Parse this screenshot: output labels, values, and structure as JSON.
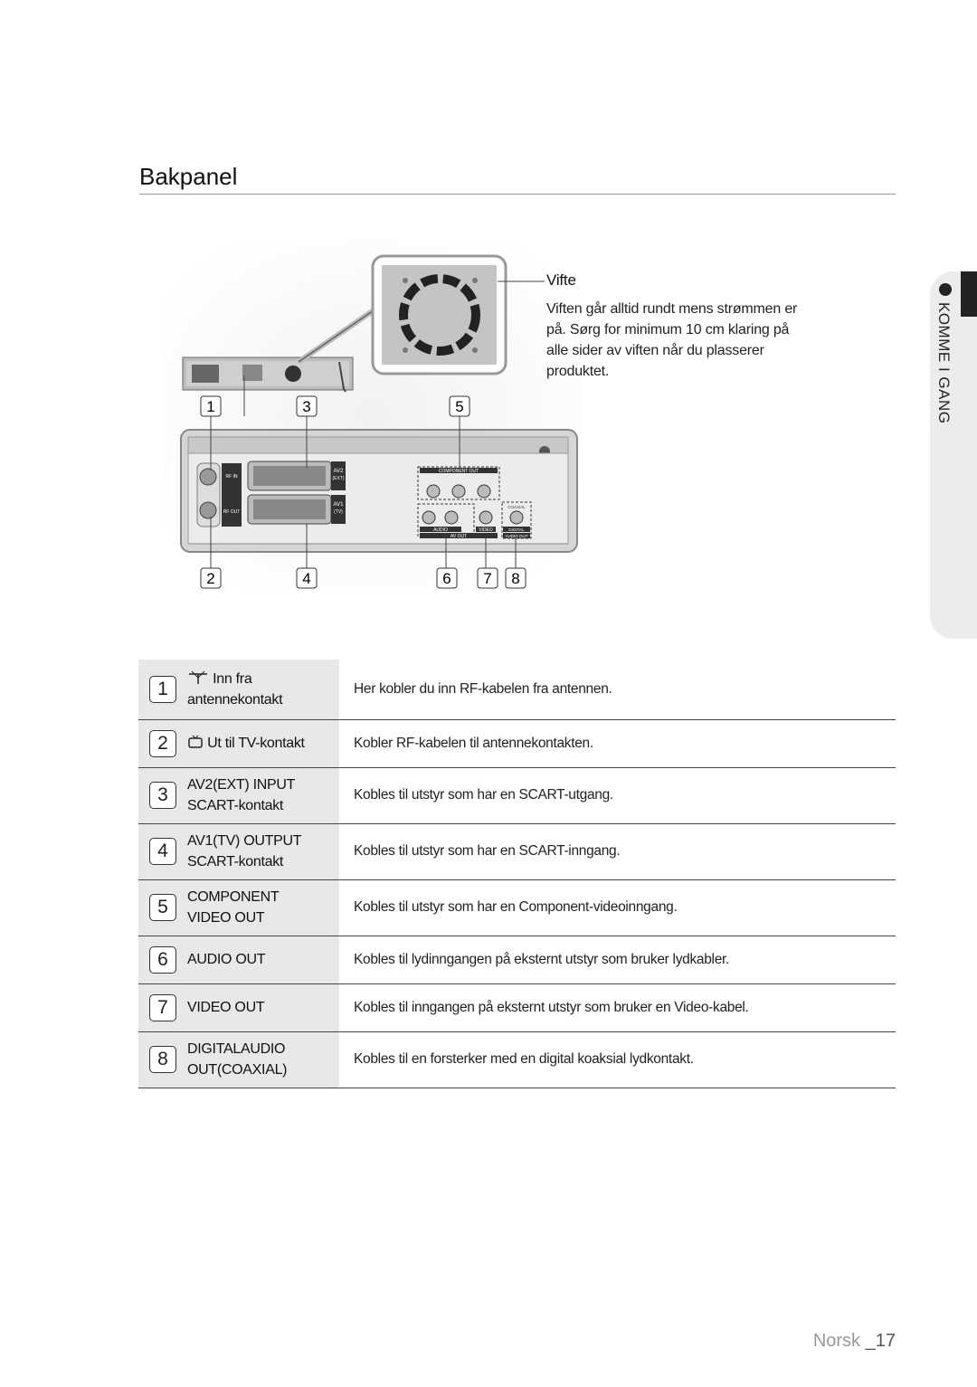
{
  "page_title": "Bakpanel",
  "side_tab": "KOMME I GANG",
  "fan": {
    "label": "Vifte",
    "description": "Viften går alltid rundt mens strømmen er på. Sørg for minimum 10 cm klaring på alle sider av viften når du plasserer produktet."
  },
  "diagram_labels": {
    "callouts_top": [
      "1",
      "3",
      "5"
    ],
    "callouts_bottom": [
      "2",
      "4",
      "6",
      "7",
      "8"
    ],
    "av2": "AV2",
    "av2_sub": "(EXT)",
    "av1": "AV1",
    "av1_sub": "(TV)",
    "component_out": "COMPONENT OUT",
    "coaxial": "COAXIAL",
    "digital": "DIGITAL",
    "audio_out": "AUDIO OUT",
    "video": "VIDEO",
    "audio": "AUDIO",
    "av_out": "AV OUT",
    "rf_in": "RF IN",
    "rf_out": "RF OUT"
  },
  "items": [
    {
      "num": "1",
      "icon": "antenna-icon",
      "label": "Inn fra antennekontakt",
      "desc": "Her kobler du inn RF-kabelen fra antennen."
    },
    {
      "num": "2",
      "icon": "tv-icon",
      "label": "Ut til TV-kontakt",
      "desc": "Kobler RF-kabelen til antennekontakten."
    },
    {
      "num": "3",
      "icon": "",
      "label": "AV2(EXT) INPUT SCART-kontakt",
      "desc": "Kobles til utstyr som har en SCART-utgang."
    },
    {
      "num": "4",
      "icon": "",
      "label": "AV1(TV) OUTPUT SCART-kontakt",
      "desc": "Kobles til utstyr som har en SCART-inngang."
    },
    {
      "num": "5",
      "icon": "",
      "label": "COMPONENT VIDEO OUT",
      "desc": "Kobles til utstyr som har en Component-videoinngang."
    },
    {
      "num": "6",
      "icon": "",
      "label": "AUDIO OUT",
      "desc": "Kobles til lydinngangen på eksternt utstyr som bruker lydkabler."
    },
    {
      "num": "7",
      "icon": "",
      "label": "VIDEO OUT",
      "desc": "Kobles til inngangen på eksternt utstyr som bruker en Video-kabel."
    },
    {
      "num": "8",
      "icon": "",
      "label": "DIGITALAUDIO OUT(COAXIAL)",
      "desc": "Kobles til en forsterker med en digital koaksial lydkontakt."
    }
  ],
  "footer": {
    "language": "Norsk",
    "page": "_17"
  }
}
